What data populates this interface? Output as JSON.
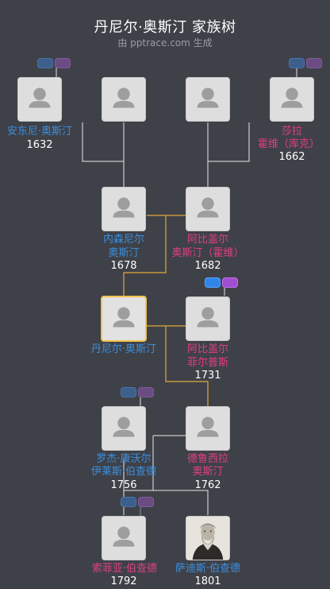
{
  "header": {
    "title": "丹尼尔·奥斯汀 家族树",
    "subtitle": "由 pptrace.com 生成"
  },
  "people": {
    "antony": {
      "name": "安东尼·奥斯汀",
      "year": "1632"
    },
    "sarah": {
      "name_line1": "莎拉",
      "name_line2": "霍维（库克）",
      "year": "1662"
    },
    "nathaniel": {
      "name_line1": "内森尼尔",
      "name_line2": "奥斯汀",
      "year": "1678"
    },
    "abigail_h": {
      "name_line1": "阿比盖尔",
      "name_line2": "奥斯汀（霍维）",
      "year": "1682"
    },
    "daniel": {
      "name": "丹尼尔·奥斯汀"
    },
    "abigail_p": {
      "name_line1": "阿比盖尔",
      "name_line2": "菲尔普斯",
      "year": "1731"
    },
    "roger": {
      "name_line1": "罗杰·康沃尔",
      "name_line2": "伊莱斯·伯查德",
      "year": "1756"
    },
    "drusilla": {
      "name_line1": "德鲁西拉",
      "name_line2": "奥斯汀",
      "year": "1762"
    },
    "sophia": {
      "name": "索菲亚·伯查德",
      "year": "1792"
    },
    "sardis": {
      "name": "萨迪斯·伯查德",
      "year": "1801"
    }
  },
  "colors": {
    "background": "#3f4148",
    "male": "#3a8fe0",
    "female": "#e0407e",
    "highlight_line": "#f1c44d",
    "line": "#e8e8e8"
  }
}
